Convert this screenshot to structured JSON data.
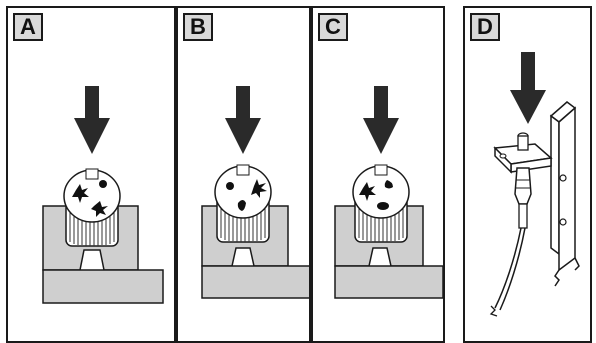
{
  "panels": [
    {
      "label": "A",
      "arrow": "down-arrow-icon",
      "item": "twist-lock-connector"
    },
    {
      "label": "B",
      "arrow": "down-arrow-icon",
      "item": "twist-lock-connector"
    },
    {
      "label": "C",
      "arrow": "down-arrow-icon",
      "item": "twist-lock-connector"
    },
    {
      "label": "D",
      "arrow": "down-arrow-icon",
      "item": "bracket-mounted-plug-with-cable"
    }
  ],
  "colors": {
    "ink": "#1a1a1a",
    "fixture_gray": "#cfcfcf",
    "label_fill": "#d9d9d9"
  }
}
